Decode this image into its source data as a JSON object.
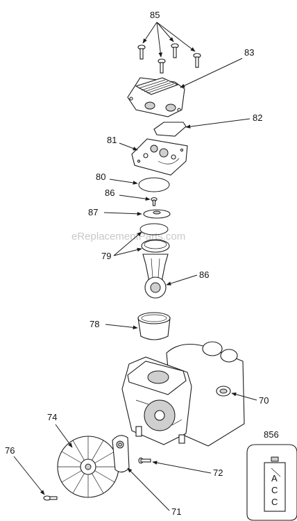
{
  "watermark": "eReplacementParts.com",
  "callouts": {
    "p85": "85",
    "p83": "83",
    "p82": "82",
    "p81": "81",
    "p80": "80",
    "p86a": "86",
    "p87": "87",
    "p79": "79",
    "p86b": "86",
    "p78": "78",
    "p70": "70",
    "p74": "74",
    "p76": "76",
    "p72": "72",
    "p71": "71",
    "p856": "856"
  },
  "decal_letters": [
    "A",
    "C",
    "C"
  ]
}
